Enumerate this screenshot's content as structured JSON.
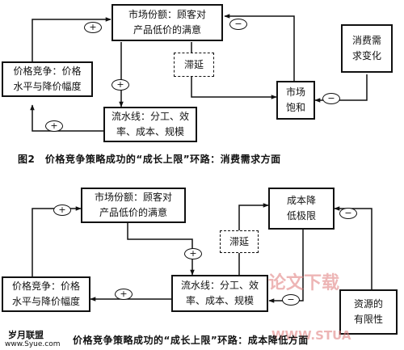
{
  "figure1": {
    "caption": "图2　价格竞争策略成功的“成长上限”环路：消费需求方面",
    "nodes": {
      "market_share": "市场份额：顾客对\n产品低价的满意",
      "price_competition": "价格竞争：价格\n水平与降价幅度",
      "assembly_line": "流水线：分工、效\n率、成本、规模",
      "delay": "滞延",
      "market_saturation": "市场\n饱和",
      "demand_change": "消费需\n求变化"
    },
    "signs": {
      "price_to_share": "+",
      "share_to_line": "+",
      "line_to_price": "+",
      "saturation_to_share": "−",
      "demand_to_saturation": "−"
    }
  },
  "figure2": {
    "caption": "价格竞争策略成功的“成长上限”环路：成本降低方面",
    "nodes": {
      "market_share": "市场份额：顾客对\n产品低价的满意",
      "price_competition": "价格竞争：价格\n水平与降价幅度",
      "assembly_line": "流水线：分工、效\n率、成本、规模",
      "delay": "滞延",
      "cost_limit": "成本降\n低极限",
      "limited_resources": "资源的\n有限性"
    },
    "signs": {
      "price_to_share": "+",
      "share_to_line": "+",
      "line_to_price": "+",
      "limit_to_line": "−",
      "resources_to_limit": "−"
    }
  },
  "watermarks": {
    "left_logo": "岁月联盟",
    "left_site": "www.Syue.com",
    "right_logo": "论文下载",
    "right_site": "WWW.STUA"
  }
}
